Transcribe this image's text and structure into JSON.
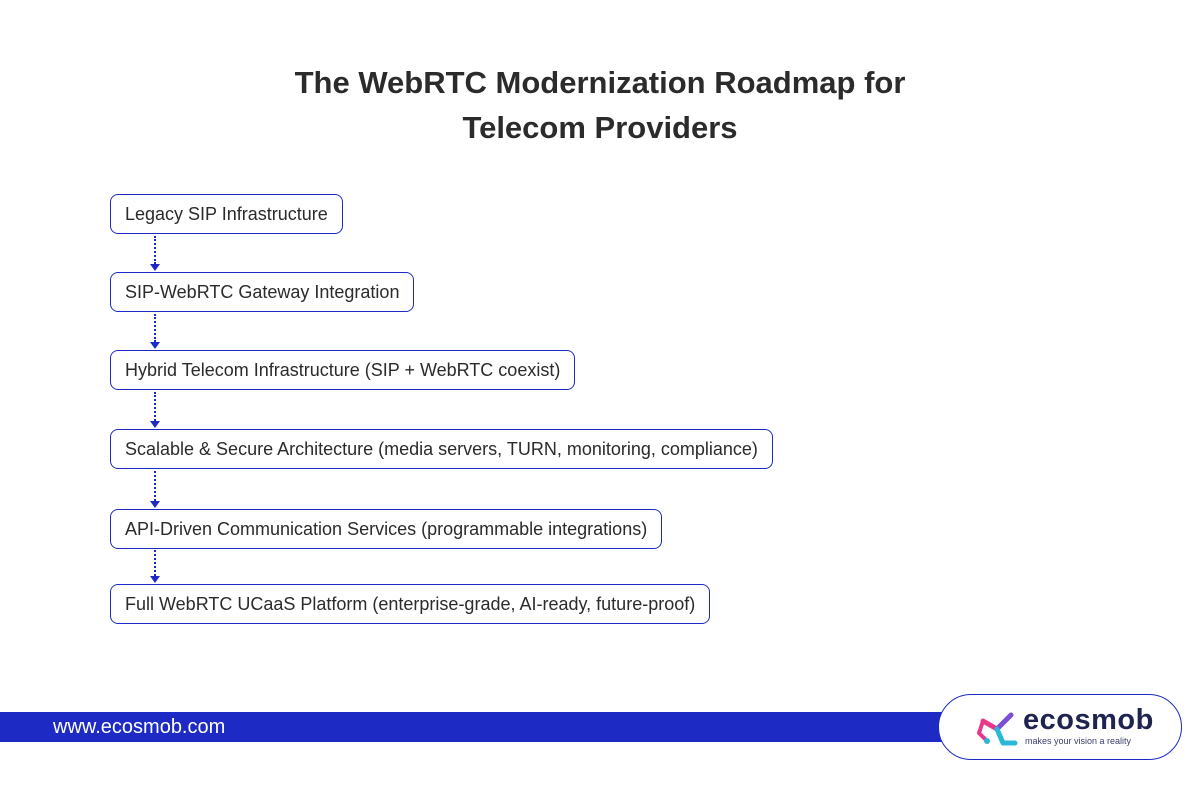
{
  "title": {
    "line1": "The WebRTC Modernization Roadmap for",
    "line2": "Telecom Providers"
  },
  "steps": [
    "Legacy SIP Infrastructure",
    "SIP-WebRTC Gateway Integration",
    "Hybrid Telecom Infrastructure (SIP + WebRTC coexist)",
    "Scalable & Secure Architecture (media servers, TURN, monitoring, compliance)",
    "API-Driven Communication Services (programmable integrations)",
    "Full WebRTC UCaaS Platform (enterprise-grade, AI-ready, future-proof)"
  ],
  "footer": {
    "url": "www.ecosmob.com"
  },
  "logo": {
    "name": "ecosmob",
    "tagline": "makes your vision a reality",
    "icon": "ecosmob-logo-icon"
  },
  "colors": {
    "accent": "#1d2bc4",
    "text": "#2b2b2b",
    "logo_pink": "#e8388a",
    "logo_cyan": "#2ab7d8"
  }
}
